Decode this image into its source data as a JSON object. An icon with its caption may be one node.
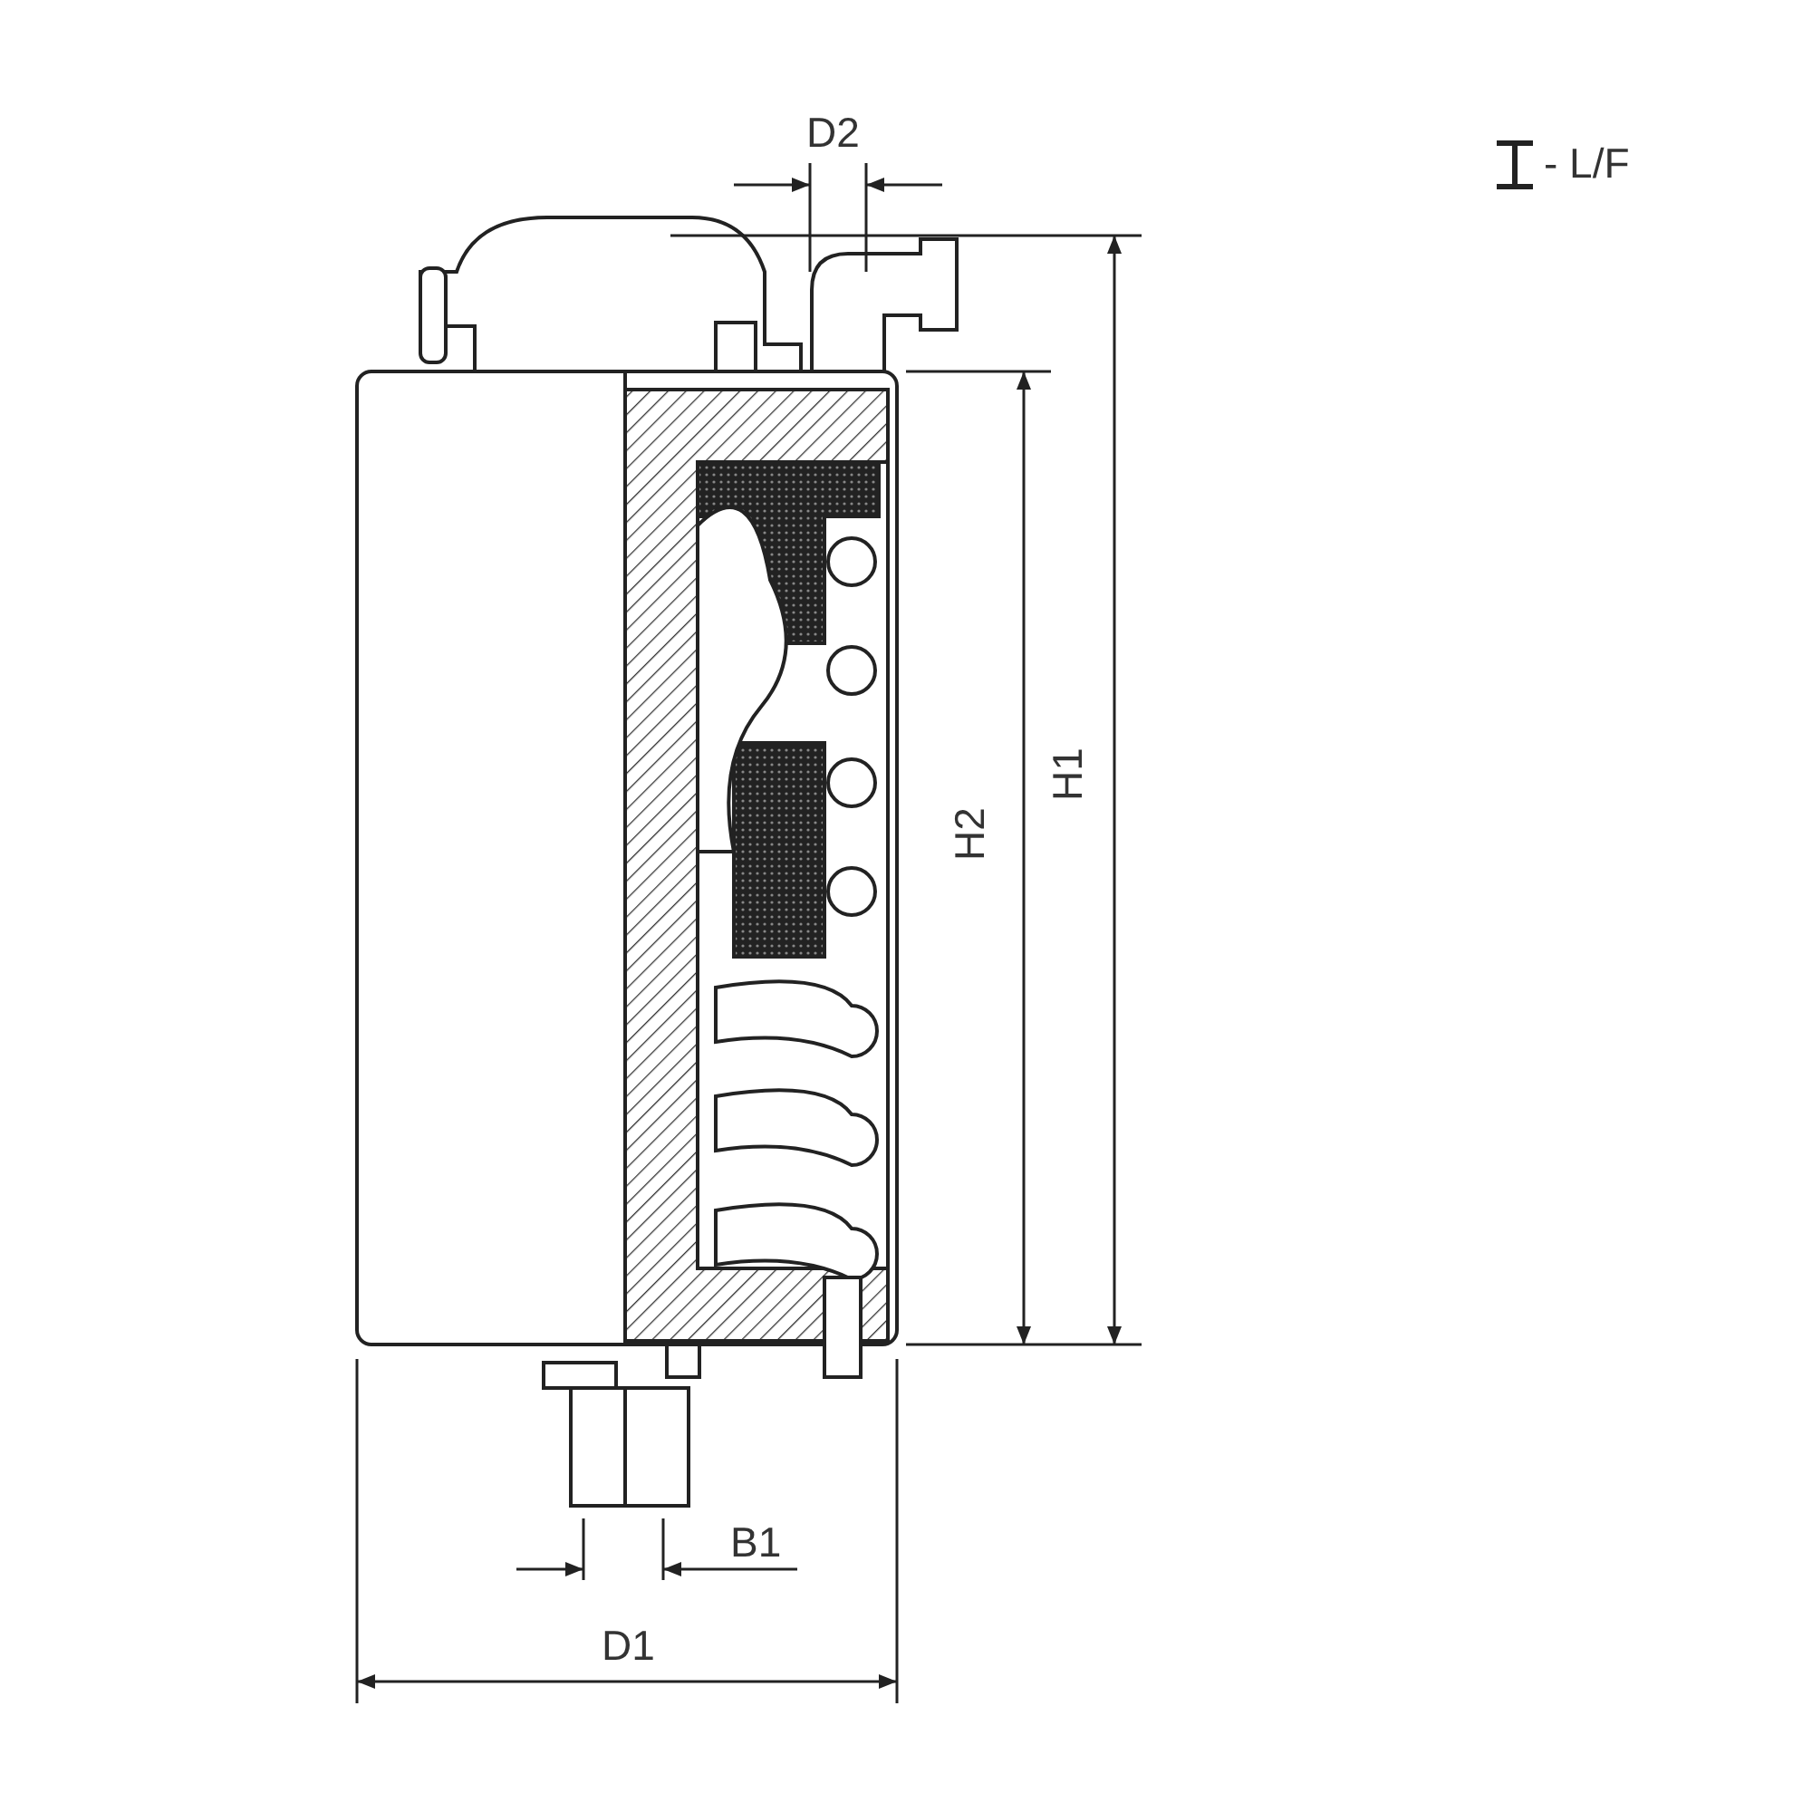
{
  "diagram": {
    "labels": [
      "D2",
      "- L/F",
      "H2",
      "H1",
      "B1",
      "D1"
    ]
  }
}
